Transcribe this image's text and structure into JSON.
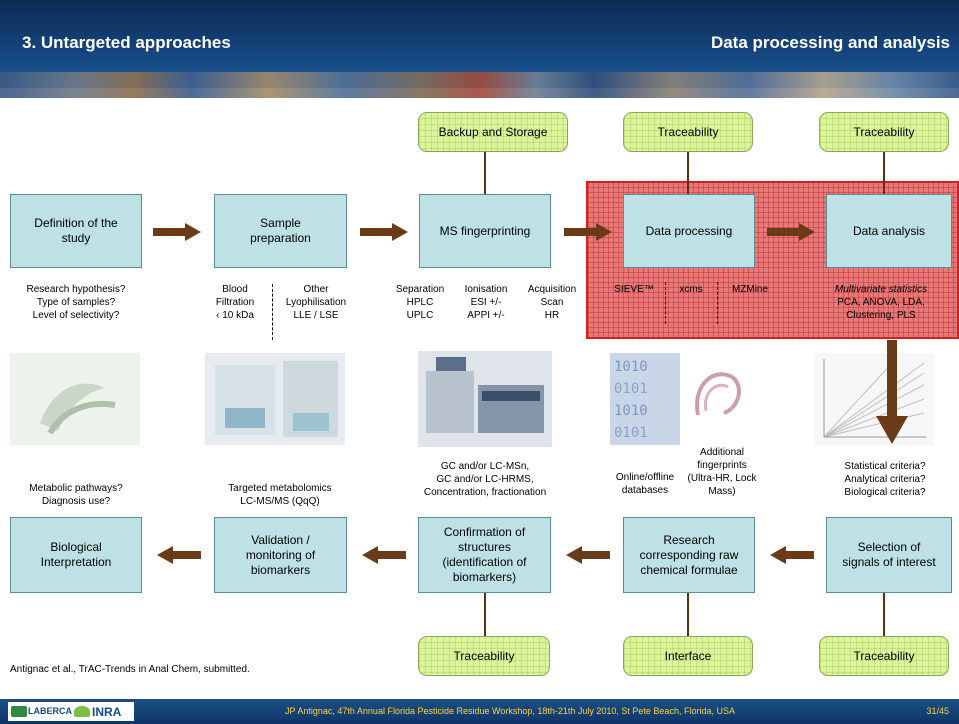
{
  "header": {
    "section_title": "3. Untargeted approaches",
    "topic_title": "Data processing and analysis"
  },
  "colors": {
    "header_blue": "#14437a",
    "box_fill": "#bde1e4",
    "tag_fill": "#dbf59b",
    "arrow_brown": "#6b3a16",
    "highlight_red": "#d41f1f",
    "footer_text": "#ffd23c"
  },
  "top_tags": {
    "backup": "Backup and Storage",
    "trace1": "Traceability",
    "trace2": "Traceability"
  },
  "row1": {
    "definition": "Definition of the study",
    "sample_prep": "Sample preparation",
    "ms_fingerprinting": "MS fingerprinting",
    "data_processing": "Data processing",
    "data_analysis": "Data analysis"
  },
  "row1_notes": {
    "definition_lines": [
      "Research hypothesis?",
      "Type of samples?",
      "Level of selectivity?"
    ],
    "sample_blood": [
      "Blood",
      "Filtration",
      "‹ 10 kDa"
    ],
    "sample_other": [
      "Other",
      "Lyophilisation",
      "LLE / LSE"
    ],
    "ms_separation": [
      "Separation",
      "HPLC",
      "UPLC"
    ],
    "ms_ionisation": [
      "Ionisation",
      "ESI +/-",
      "APPI +/-"
    ],
    "ms_acquisition": [
      "Acquisition",
      "Scan",
      "HR"
    ],
    "proc_sieve": "SIEVE™",
    "proc_xcms": "xcms",
    "proc_mzmine": "MZMine",
    "analysis_lines": [
      "Multivariate statistics",
      "PCA, ANOVA, LDA,",
      "Clustering, PLS"
    ]
  },
  "row2_notes": {
    "bio": [
      "Metabolic pathways?",
      "Diagnosis use?"
    ],
    "validation": [
      "Targeted metabolomics",
      "LC-MS/MS (QqQ)"
    ],
    "confirmation": [
      "GC and/or LC-MSn,",
      "GC and/or LC-HRMS,",
      "Concentration, fractionation"
    ],
    "research_db": [
      "Online/offline",
      "databases"
    ],
    "research_fp": [
      "Additional",
      "fingerprints",
      "(Ultra-HR, Lock",
      "Mass)"
    ],
    "selection": [
      "Statistical criteria?",
      "Analytical criteria?",
      "Biological criteria?"
    ]
  },
  "row2": {
    "biological": "Biological Interpretation",
    "validation": "Validation / monitoring of biomarkers",
    "confirmation": "Confirmation of structures (identification of biomarkers)",
    "research": "Research corresponding raw chemical formulae",
    "selection": "Selection of signals of interest"
  },
  "bottom_tags": {
    "trace_a": "Traceability",
    "interface": "Interface",
    "trace_b": "Traceability"
  },
  "citation": "Antignac et al., TrAC-Trends in Anal Chem, submitted.",
  "footer": {
    "text": "JP Antignac, 47th Annual Florida Pesticide Residue Workshop, 18th-21th July 2010, St Pete Beach, Florida, USA",
    "page": "31/45",
    "logo_left": "LABERCA",
    "logo_right": "INRA"
  }
}
